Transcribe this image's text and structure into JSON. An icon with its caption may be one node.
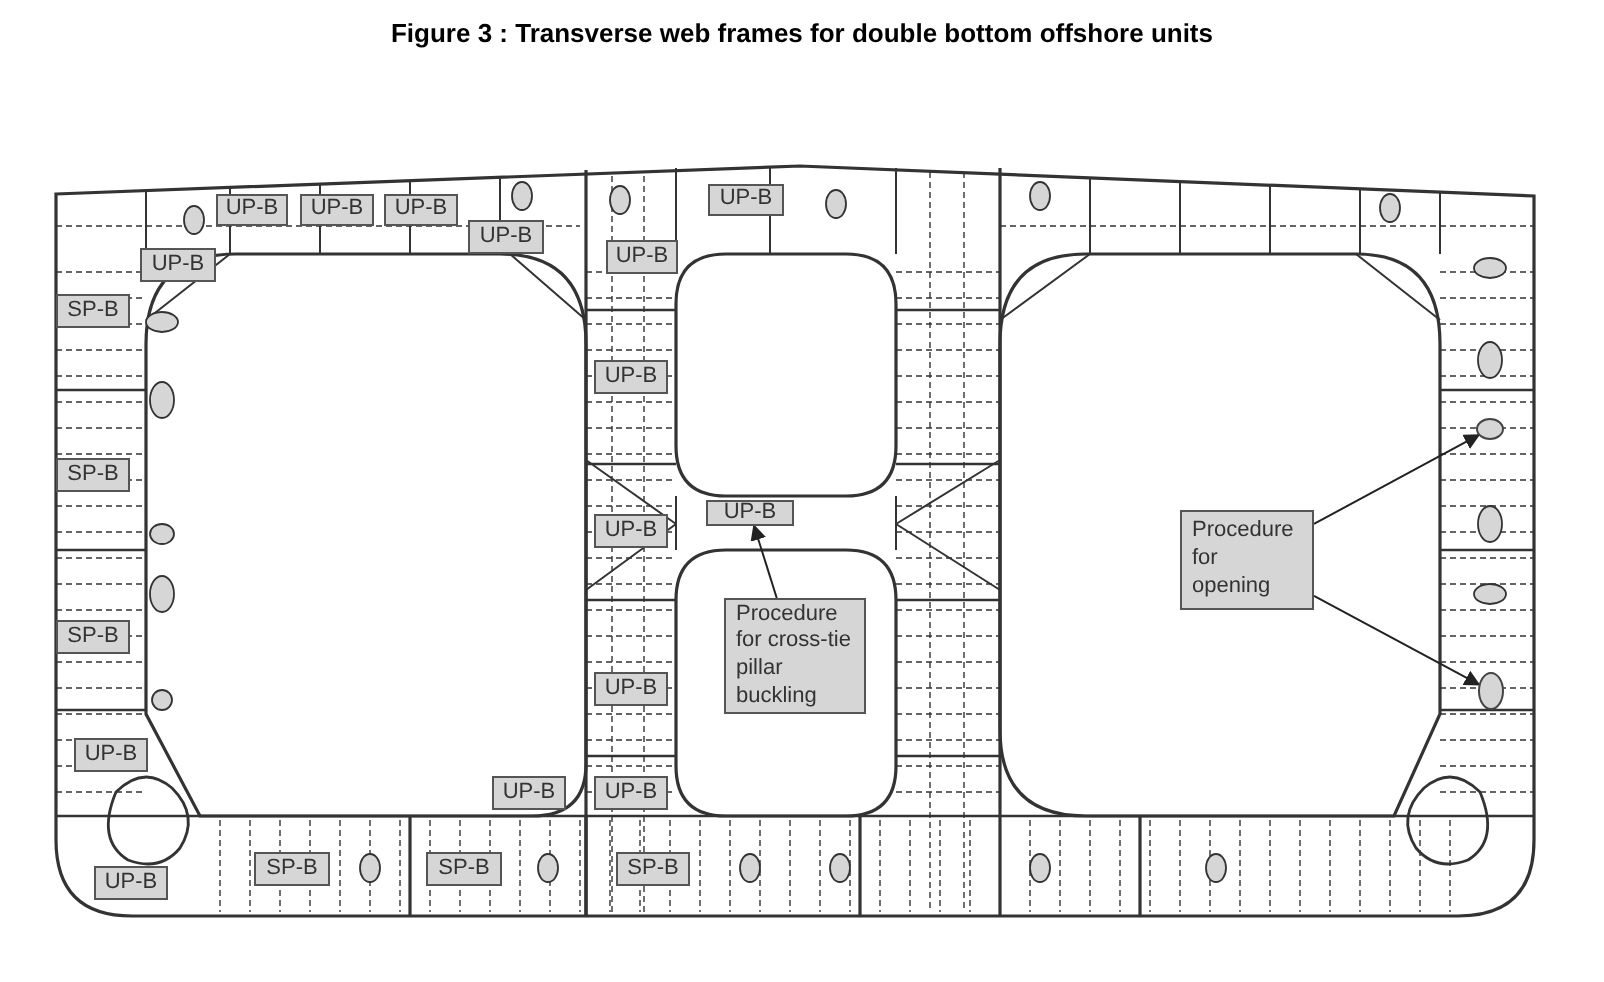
{
  "diagram": {
    "title": "Figure 3 : Transverse web frames for double bottom offshore units",
    "nodes": [
      {
        "text": [
          "UP-B"
        ]
      },
      {
        "text": [
          "UP-B"
        ]
      },
      {
        "text": [
          "UP-B"
        ]
      },
      {
        "text": [
          "UP-B"
        ]
      },
      {
        "text": [
          "UP-B"
        ]
      },
      {
        "text": [
          "UP-B"
        ]
      },
      {
        "text": [
          "UP-B"
        ]
      },
      {
        "text": [
          "SP-B"
        ]
      },
      {
        "text": [
          "UP-B"
        ]
      },
      {
        "text": [
          "SP-B"
        ]
      },
      {
        "text": [
          "UP-B"
        ]
      },
      {
        "text": [
          "UP-B"
        ]
      },
      {
        "text": [
          "Procedure for cross-tie pillar buckling"
        ]
      },
      {
        "text": [
          "Procedure for opening"
        ]
      },
      {
        "text": [
          "SP-B"
        ]
      },
      {
        "text": [
          "UP-B"
        ]
      },
      {
        "text": [
          "UP-B"
        ]
      },
      {
        "text": [
          "UP-B"
        ]
      },
      {
        "text": [
          "UP-B"
        ]
      },
      {
        "text": [
          "SP-B"
        ]
      },
      {
        "text": [
          "SP-B"
        ]
      },
      {
        "text": [
          "SP-B"
        ]
      },
      {
        "text": [
          "UP-B"
        ]
      },
      {
        "text": [],
        "shape": "ellipse"
      },
      {
        "text": [],
        "shape": "ellipse"
      }
    ],
    "edges": [
      {
        "from": 12,
        "to": 10,
        "arrow": "to"
      },
      {
        "from": 13,
        "to": 23,
        "arrow": "to"
      },
      {
        "from": 13,
        "to": 24,
        "arrow": "to"
      }
    ]
  }
}
